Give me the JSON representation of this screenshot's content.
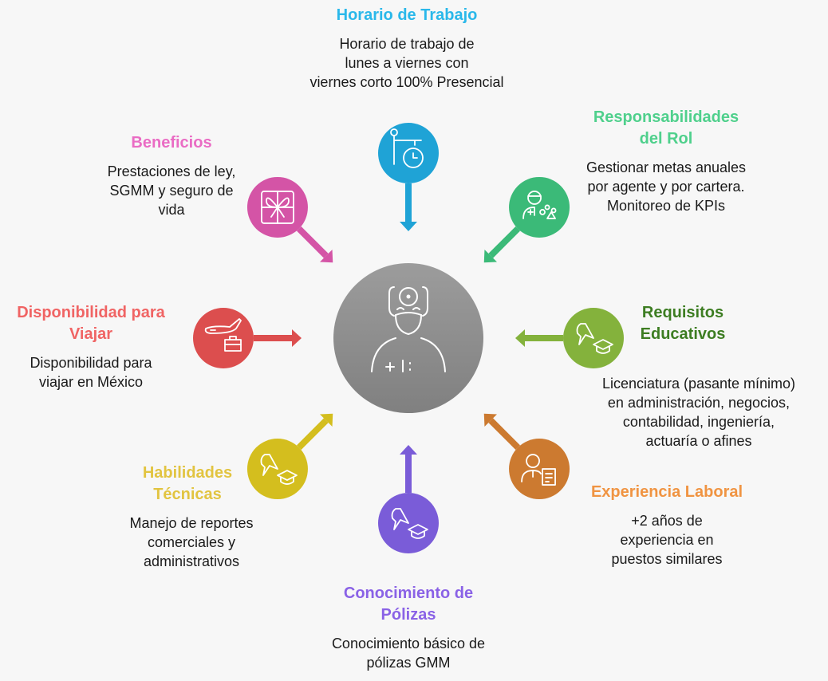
{
  "center": {
    "icon": "doctor-icon",
    "color": "#8e8e8e"
  },
  "nodes": [
    {
      "id": "horario",
      "title": "Horario de Trabajo",
      "desc": "Horario de trabajo de lunes a viernes con viernes corto 100% Presencial",
      "icon": "clock-icon",
      "color": "#1fa3d6",
      "title_color": "#2ab8ea"
    },
    {
      "id": "responsabilidades",
      "title": "Responsabilidades del Rol",
      "desc": "Gestionar metas anuales por agente y por cartera. Monitoreo de KPIs",
      "icon": "person-shapes-icon",
      "color": "#3bba78",
      "title_color": "#4fd08c"
    },
    {
      "id": "requisitos",
      "title": "Requisitos Educativos",
      "desc": "Licenciatura (pasante mínimo) en administración, negocios, contabilidad, ingeniería, actuaría o afines",
      "icon": "graduation-icon",
      "color": "#84b23c",
      "title_color": "#3d7d22"
    },
    {
      "id": "experiencia",
      "title": "Experiencia Laboral",
      "desc": "+2 años de experiencia en puestos similares",
      "icon": "person-document-icon",
      "color": "#cc7a30",
      "title_color": "#f09442"
    },
    {
      "id": "conocimiento",
      "title": "Conocimiento de Pólizas",
      "desc": "Conocimiento básico de pólizas GMM",
      "icon": "graduation-icon",
      "color": "#7a5cd8",
      "title_color": "#8a62e6"
    },
    {
      "id": "habilidades",
      "title": "Habilidades Técnicas",
      "desc": "Manejo de reportes comerciales y administrativos",
      "icon": "graduation-icon",
      "color": "#d4be1e",
      "title_color": "#e2c440"
    },
    {
      "id": "disponibilidad",
      "title": "Disponibilidad para Viajar",
      "desc": "Disponibilidad para viajar en México",
      "icon": "plane-briefcase-icon",
      "color": "#dc4e4e",
      "title_color": "#f06464"
    },
    {
      "id": "beneficios",
      "title": "Beneficios",
      "desc": "Prestaciones de ley, SGMM y seguro de vida",
      "icon": "gift-icon",
      "color": "#d454a6",
      "title_color": "#ea6cc4"
    }
  ]
}
